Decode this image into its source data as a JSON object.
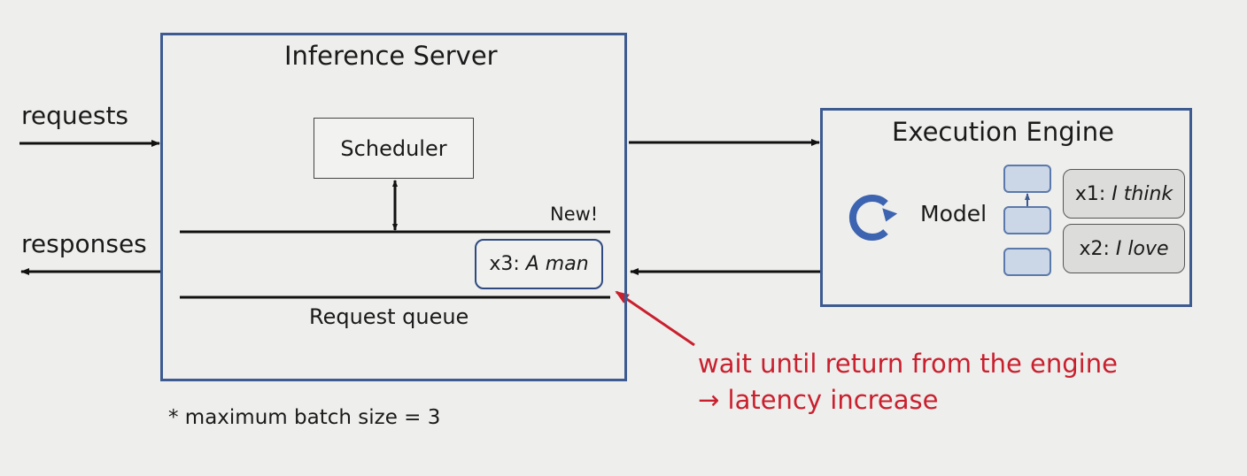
{
  "io": {
    "requests_label": "requests",
    "responses_label": "responses"
  },
  "inference_server": {
    "title": "Inference Server",
    "scheduler_label": "Scheduler",
    "new_label": "New!",
    "queue_item": {
      "id": "x3:",
      "text": "A man"
    },
    "queue_label": "Request queue",
    "footnote": "* maximum batch size = 3"
  },
  "execution_engine": {
    "title": "Execution Engine",
    "loop_icon": "refresh-icon",
    "model_label": "Model",
    "model_layers": 3,
    "batch": [
      {
        "id": "x1:",
        "text": "I think"
      },
      {
        "id": "x2:",
        "text": "I love"
      }
    ]
  },
  "annotation": {
    "line1": "wait until return from the engine",
    "line2": "→ latency increase",
    "color": "#c9202e"
  },
  "colors": {
    "box_border": "#3d5a91",
    "layer_fill": "#cbd6e6",
    "token_fill": "#dcdcda"
  }
}
